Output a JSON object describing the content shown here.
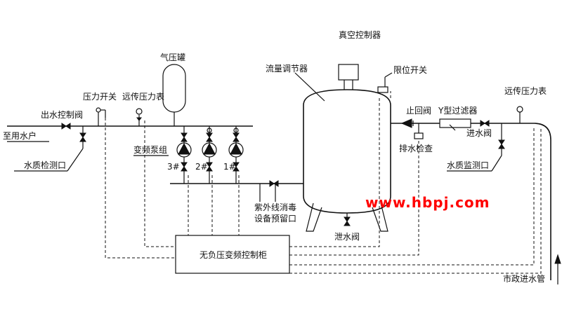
{
  "labels": {
    "vacuum_controller": "真空控制器",
    "pressure_tank": "气压罐",
    "flow_regulator": "流量调节器",
    "limit_switch": "限位开关",
    "pressure_switch": "压力开关",
    "remote_gauge_left": "远传压力表",
    "remote_gauge_right": "远传压力表",
    "outlet_valve": "出水控制阀",
    "to_user": "至用水户",
    "check_valve": "止回阀",
    "y_filter": "Y型过滤器",
    "inlet_valve": "进水阀",
    "vfd_pump_group": "变频泵组",
    "pump3": "3#",
    "pump2": "2#",
    "pump1": "1#",
    "drain_check": "排水检查",
    "quality_port_left": "水质检测口",
    "quality_port_right": "水质监测口",
    "uv_line1": "紫外线消毒",
    "uv_line2": "设备预留口",
    "drain_valve": "泄水阀",
    "control_cabinet": "无负压变频控制柜",
    "municipal_inlet": "市政进水管"
  },
  "watermark": "www.hbpj.com"
}
